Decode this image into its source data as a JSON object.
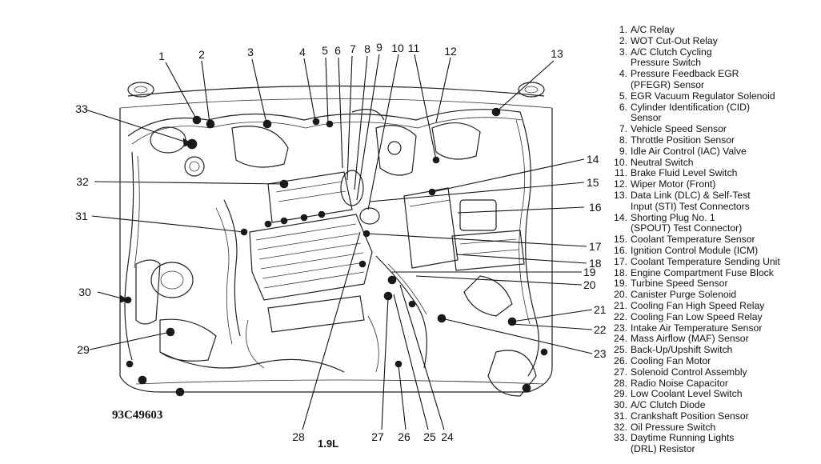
{
  "figure_code": "93C49603",
  "engine_label": "1.9L",
  "callout_numbers": [
    "1",
    "2",
    "3",
    "4",
    "5",
    "6",
    "7",
    "8",
    "9",
    "10",
    "11",
    "12",
    "13",
    "14",
    "15",
    "16",
    "17",
    "18",
    "19",
    "20",
    "21",
    "22",
    "23",
    "24",
    "25",
    "26",
    "27",
    "28",
    "29",
    "30",
    "31",
    "32",
    "33"
  ],
  "legend": [
    {
      "num": "1.",
      "lines": [
        "A/C Relay"
      ]
    },
    {
      "num": "2.",
      "lines": [
        "WOT Cut-Out Relay"
      ]
    },
    {
      "num": "3.",
      "lines": [
        "A/C Clutch Cycling",
        "Pressure Switch"
      ]
    },
    {
      "num": "4.",
      "lines": [
        "Pressure Feedback EGR",
        "(PFEGR) Sensor"
      ]
    },
    {
      "num": "5.",
      "lines": [
        "EGR Vacuum Regulator Solenoid"
      ]
    },
    {
      "num": "6.",
      "lines": [
        "Cylinder Identification (CID)",
        "Sensor"
      ]
    },
    {
      "num": "7.",
      "lines": [
        "Vehicle Speed Sensor"
      ]
    },
    {
      "num": "8.",
      "lines": [
        "Throttle Position Sensor"
      ]
    },
    {
      "num": "9.",
      "lines": [
        "Idle Air Control (IAC) Valve"
      ]
    },
    {
      "num": "10.",
      "lines": [
        "Neutral Switch"
      ]
    },
    {
      "num": "11.",
      "lines": [
        "Brake Fluid Level Switch"
      ]
    },
    {
      "num": "12.",
      "lines": [
        "Wiper Motor (Front)"
      ]
    },
    {
      "num": "13.",
      "lines": [
        "Data Link (DLC) & Self-Test",
        "Input (STI) Test Connectors"
      ]
    },
    {
      "num": "14.",
      "lines": [
        "Shorting Plug No. 1",
        "(SPOUT) Test Connector)"
      ]
    },
    {
      "num": "15.",
      "lines": [
        "Coolant Temperature Sensor"
      ]
    },
    {
      "num": "16.",
      "lines": [
        "Ignition Control Module (ICM)"
      ]
    },
    {
      "num": "17.",
      "lines": [
        "Coolant Temperature Sending Unit"
      ]
    },
    {
      "num": "18.",
      "lines": [
        "Engine Compartment Fuse Block"
      ]
    },
    {
      "num": "19.",
      "lines": [
        "Turbine Speed Sensor"
      ]
    },
    {
      "num": "20.",
      "lines": [
        "Canister Purge Solenoid"
      ]
    },
    {
      "num": "21.",
      "lines": [
        "Cooling Fan High Speed Relay"
      ]
    },
    {
      "num": "22.",
      "lines": [
        "Cooling Fan Low Speed Relay"
      ]
    },
    {
      "num": "23.",
      "lines": [
        "Intake Air Temperature Sensor"
      ]
    },
    {
      "num": "24.",
      "lines": [
        "Mass Airflow (MAF) Sensor"
      ]
    },
    {
      "num": "25.",
      "lines": [
        "Back-Up/Upshift Switch"
      ]
    },
    {
      "num": "26.",
      "lines": [
        "Cooling Fan Motor"
      ]
    },
    {
      "num": "27.",
      "lines": [
        "Solenoid Control Assembly"
      ]
    },
    {
      "num": "28.",
      "lines": [
        "Radio Noise Capacitor"
      ]
    },
    {
      "num": "29.",
      "lines": [
        "Low Coolant Level Switch"
      ]
    },
    {
      "num": "30.",
      "lines": [
        "A/C Clutch Diode"
      ]
    },
    {
      "num": "31.",
      "lines": [
        "Crankshaft Position Sensor"
      ]
    },
    {
      "num": "32.",
      "lines": [
        "Oil Pressure Switch"
      ]
    },
    {
      "num": "33.",
      "lines": [
        "Daytime Running Lights",
        "(DRL) Resistor"
      ]
    }
  ]
}
